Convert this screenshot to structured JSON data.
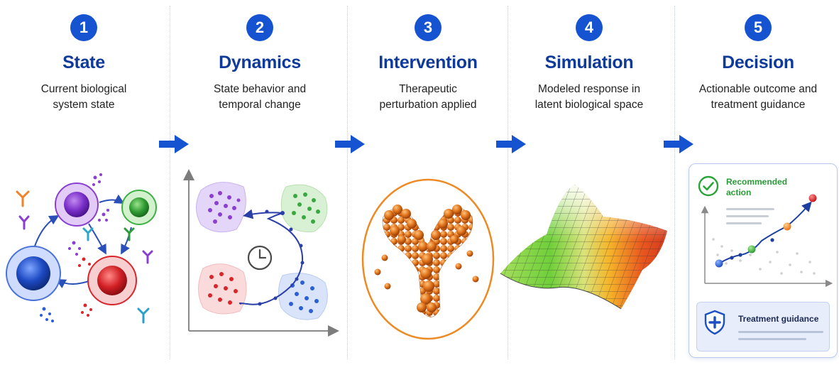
{
  "stages": [
    {
      "number": "1",
      "title": "State",
      "description": "Current biological system state"
    },
    {
      "number": "2",
      "title": "Dynamics",
      "description": "State behavior and temporal change"
    },
    {
      "number": "3",
      "title": "Intervention",
      "description": "Therapeutic perturbation applied"
    },
    {
      "number": "4",
      "title": "Simulation",
      "description": "Modeled response in latent biological space"
    },
    {
      "number": "5",
      "title": "Decision",
      "description": "Actionable outcome and treatment guidance"
    }
  ],
  "decision_card": {
    "recommended_label": "Recommended action",
    "guidance_label": "Treatment guidance"
  },
  "colors": {
    "accent": "#1553d1",
    "title": "#0f3a9a",
    "cell_purple": "#8a3fd1",
    "cell_green": "#3fb045",
    "cell_blue": "#2a5fd8",
    "cell_red": "#d8262b",
    "antibody_orange": "#e0741c"
  }
}
